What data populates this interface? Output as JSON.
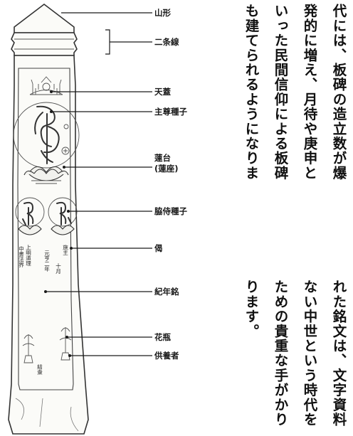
{
  "diagram": {
    "labels": {
      "yamagata": "山形",
      "nijousen": "二条線",
      "tengai": "天蓋",
      "shuson_shuji": "主尊種子",
      "rendai": "蓮台",
      "rendai_sub": "(蓮座)",
      "kyouji_shuji": "脇侍種子",
      "ge": "偈",
      "kinenmei": "紀年銘",
      "kabin": "花瓶",
      "kuyousha": "供養者"
    },
    "inscriptions": {
      "col_left_1": "上明道理",
      "col_left_2": "中書法界",
      "col_center": "元亨二年",
      "col_right": "十月",
      "col_donor": "結衆",
      "col_mark": "施主"
    }
  },
  "text": {
    "upper_columns": [
      "代には、板碑の造立数が爆",
      "発的に増え、月待や庚申と",
      "いった民間信仰による板碑",
      "も建てられるようになりま"
    ],
    "lower_columns": [
      "れた銘文は、文字資料",
      "ない中世という時代を",
      "ための貴重な手がかり",
      "ります。"
    ]
  }
}
